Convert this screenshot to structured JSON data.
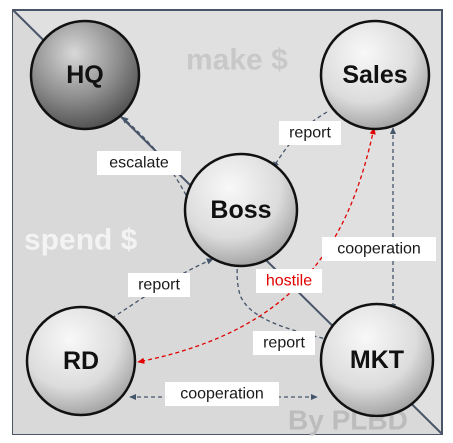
{
  "zones": {
    "top_label": "make $",
    "bottom_label": "spend $",
    "watermark": "By PLBD"
  },
  "nodes": {
    "hq": "HQ",
    "sales": "Sales",
    "boss": "Boss",
    "rd": "RD",
    "mkt": "MKT"
  },
  "edges": {
    "hq_boss": "escalate",
    "sales_boss": "report",
    "rd_boss": "report",
    "mkt_boss": "report",
    "sales_mkt": "cooperation",
    "rd_mkt": "cooperation",
    "sales_rd": "hostile"
  },
  "colors": {
    "background": "#e0e0e0",
    "lower_region": "#d9d9d9",
    "border": "#4a5568",
    "arrow": "#44546a",
    "hostile": "#e00000",
    "zone_text": "#f3f3f3",
    "top_zone_text": "#c8c8c8"
  }
}
